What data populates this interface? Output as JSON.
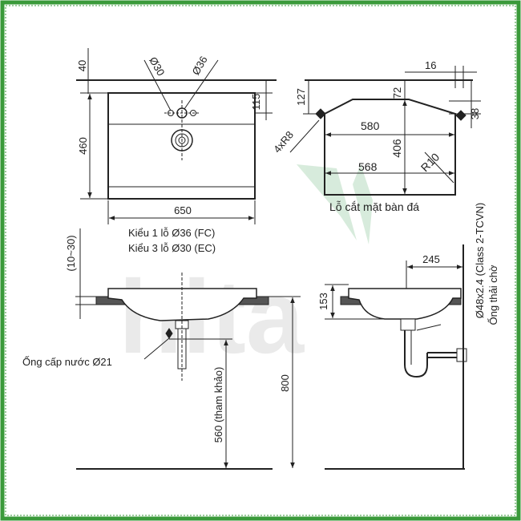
{
  "colors": {
    "frame": "#3a9a3a",
    "line": "#222222",
    "watermark_gray": "#d9d9d9",
    "watermark_green": "#b8dcc0"
  },
  "watermark": {
    "text": "hita"
  },
  "top_view": {
    "dim_top_offset": "40",
    "dim_height": "460",
    "dim_width": "650",
    "dim_right": "115",
    "hole_label_1": "Ø30",
    "hole_label_2": "Ø36",
    "note_1": "Kiểu 1 lỗ Ø36 (FC)",
    "note_2": "Kiểu 3 lỗ Ø30 (EC)"
  },
  "cutout_view": {
    "dim_16": "16",
    "dim_127": "127",
    "dim_72": "72",
    "dim_38": "38",
    "dim_580": "580",
    "dim_406": "406",
    "dim_568": "568",
    "dim_corner": "4xR8",
    "dim_radius": "R10",
    "caption": "Lỗ cắt mặt bàn đá"
  },
  "front_view": {
    "dim_thickness": "(10~30)",
    "dim_800": "800",
    "dim_560": "560 (tham khảo)",
    "supply_label": "Ống cấp nước Ø21"
  },
  "side_view": {
    "dim_245": "245",
    "dim_153": "153",
    "pipe_label": "Ø48x2.4 (Class 2-TCVN)",
    "pipe_label_2": "Ống thải chờ"
  }
}
